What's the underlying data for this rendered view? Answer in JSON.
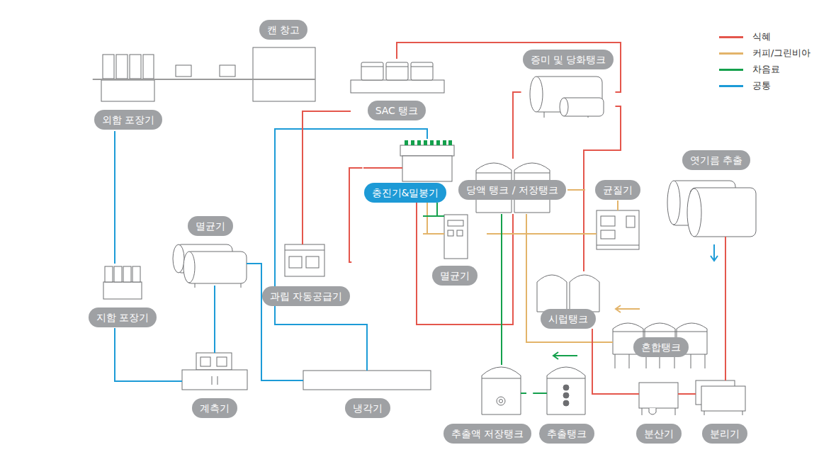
{
  "diagram": {
    "nodes": [
      {
        "text": [
          "캔 창고"
        ]
      },
      {
        "text": [
          "외함 포장기"
        ]
      },
      {
        "text": [
          "SAC 탱크"
        ]
      },
      {
        "text": [
          "증미 및 당화탱크"
        ]
      },
      {
        "text": [
          "충진기&밀봉기"
        ]
      },
      {
        "text": [
          "당액 탱크 / 저장탱크"
        ]
      },
      {
        "text": [
          "균질기"
        ]
      },
      {
        "text": [
          "엿기름 추출"
        ]
      },
      {
        "text": [
          "멸균기"
        ]
      },
      {
        "text": [
          "과립 자동공급기"
        ]
      },
      {
        "text": [
          "멸균기"
        ]
      },
      {
        "text": [
          "지함 포장기"
        ]
      },
      {
        "text": [
          "시럽탱크"
        ]
      },
      {
        "text": [
          "혼합탱크"
        ]
      },
      {
        "text": [
          "계측기"
        ]
      },
      {
        "text": [
          "냉각기"
        ]
      },
      {
        "text": [
          "추출액 저장탱크"
        ]
      },
      {
        "text": [
          "추출탱크"
        ]
      },
      {
        "text": [
          "분산기"
        ]
      },
      {
        "text": [
          "분리기"
        ]
      }
    ],
    "edges": [
      {
        "from": 0,
        "to": 1,
        "arrow": "none"
      },
      {
        "from": 1,
        "to": 11,
        "arrow": "none"
      },
      {
        "from": 11,
        "to": 14,
        "arrow": "none"
      },
      {
        "from": 8,
        "to": 14,
        "arrow": "none"
      },
      {
        "from": 8,
        "to": 15,
        "arrow": "none"
      },
      {
        "from": 15,
        "to": 4,
        "arrow": "none"
      },
      {
        "from": 2,
        "to": 3,
        "arrow": "none"
      },
      {
        "from": 3,
        "to": 12,
        "arrow": "none"
      },
      {
        "from": 3,
        "to": 5,
        "arrow": "none"
      },
      {
        "from": 5,
        "to": 4,
        "arrow": "none"
      },
      {
        "from": 2,
        "to": 9,
        "arrow": "none"
      },
      {
        "from": 9,
        "to": 4,
        "arrow": "none"
      },
      {
        "from": 10,
        "to": 4,
        "arrow": "none"
      },
      {
        "from": 10,
        "to": 4,
        "arrow": "none"
      },
      {
        "from": 10,
        "to": 6,
        "arrow": "none"
      },
      {
        "from": 6,
        "to": 5,
        "arrow": "none"
      },
      {
        "from": 5,
        "to": 13,
        "arrow": "none"
      },
      {
        "from": 5,
        "to": 16,
        "arrow": "none"
      },
      {
        "from": 16,
        "to": 17,
        "arrow": "none"
      },
      {
        "from": 12,
        "to": 18,
        "arrow": "none"
      },
      {
        "from": 18,
        "to": 19,
        "arrow": "none"
      },
      {
        "from": 7,
        "to": 19,
        "arrow": "none"
      }
    ],
    "legend": [
      {
        "text": "식혜",
        "color": "#e4564c"
      },
      {
        "text": "커피/그린비아",
        "color": "#e3b46a"
      },
      {
        "text": "차음료",
        "color": "#14a04c"
      },
      {
        "text": "공통",
        "color": "#1c9bd7"
      }
    ]
  }
}
